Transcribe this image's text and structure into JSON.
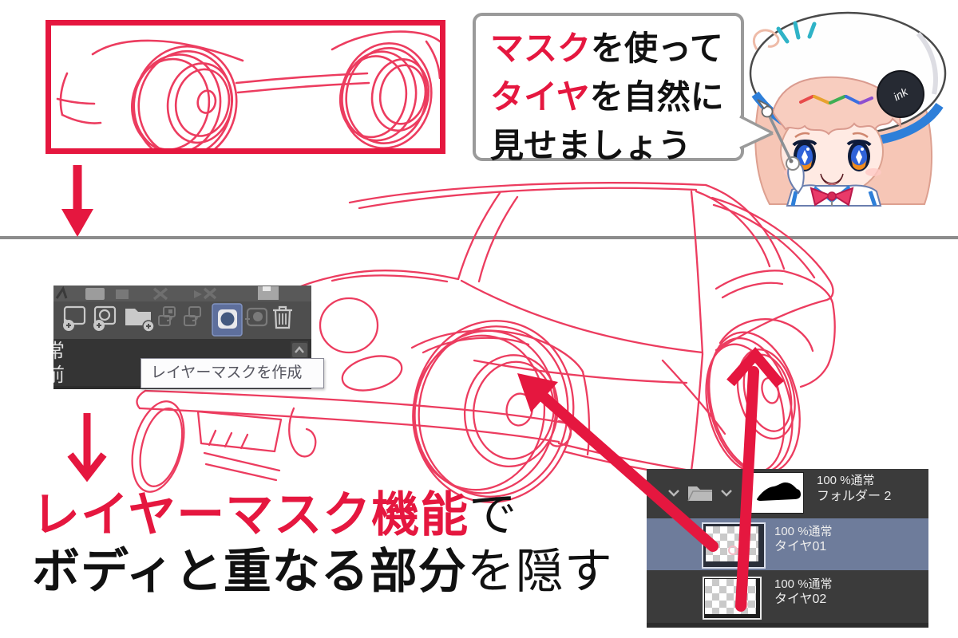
{
  "colors": {
    "accent_red": "#e5173f",
    "lineart_red": "#ec3c5f",
    "divider_gray": "#8c8c8c",
    "toolbar_bg": "#4e4e4e",
    "toolbar_top_strip": "#595959",
    "toolbar_lower": "#343434",
    "mask_button_blue": "#5e6f9c",
    "panel_dark": "#3b3b3b",
    "panel_selected_row": "#6e7c9b",
    "panel_text": "#ececec"
  },
  "bubble": {
    "line1_highlight": "マスク",
    "line1_rest": "を使って",
    "line2_highlight": "タイヤ",
    "line2_rest": "を自然に",
    "line3": "見せましょう"
  },
  "character": {
    "headphone_label": "ink"
  },
  "toolbar": {
    "tooltip": "レイヤーマスクを作成",
    "partial_row_labels": [
      "常",
      "前"
    ],
    "icons": [
      "new-raster-layer-icon",
      "new-layer-icon",
      "new-folder-icon",
      "transfer-to-lower-layer-icon",
      "merge-to-lower-layer-icon",
      "create-layer-mask-icon",
      "apply-mask-to-layer-icon",
      "delete-layer-icon"
    ]
  },
  "layers_panel": {
    "folder_row": {
      "opacity": "100 %通常",
      "name": "フォルダー 2"
    },
    "layer_rows": [
      {
        "opacity": "100 %通常",
        "name": "タイヤ01"
      },
      {
        "opacity": "100 %通常",
        "name": "タイヤ02"
      }
    ]
  },
  "caption": {
    "line1_highlight": "レイヤーマスク機能",
    "line1_rest": "で",
    "line2_emphasis": "ボディと重なる部分",
    "line2_rest": "を隠す"
  }
}
